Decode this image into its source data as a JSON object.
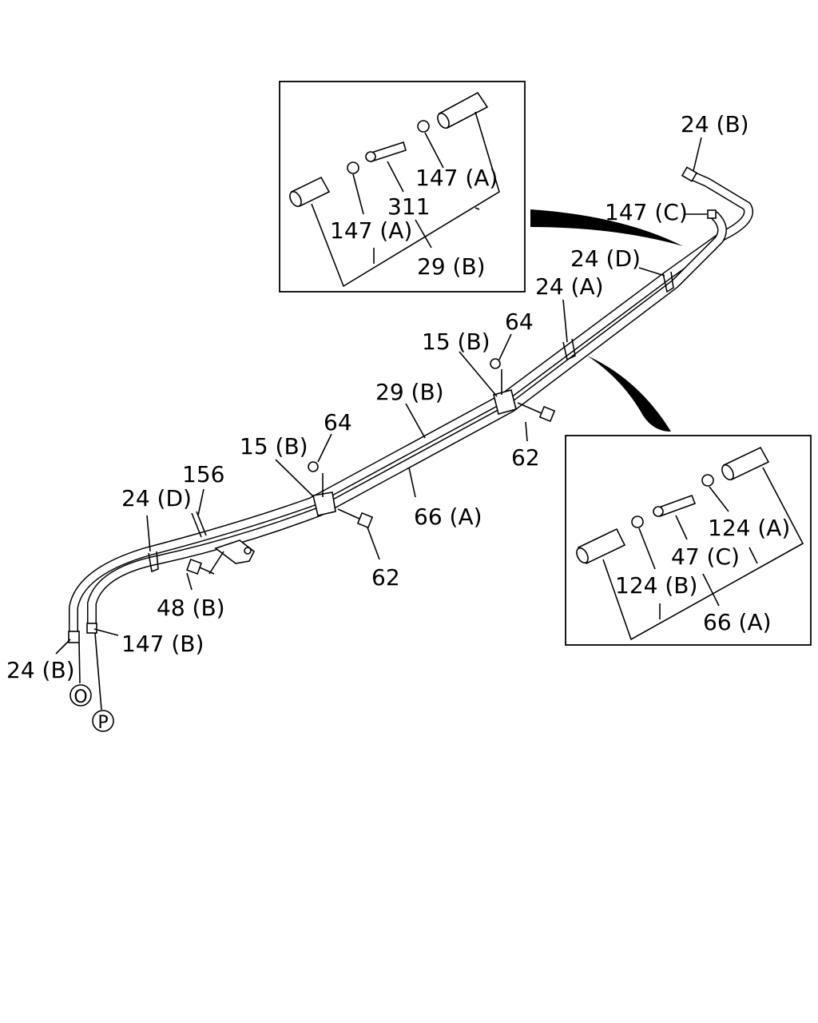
{
  "colors": {
    "line": "#000000",
    "background": "#ffffff"
  },
  "inset_top": {
    "labels": {
      "l147a_right": "147 (A)",
      "l311": "311",
      "l147a_left": "147 (A)",
      "l29b": "29 (B)"
    }
  },
  "inset_bottom": {
    "labels": {
      "l124a": "124 (A)",
      "l47c": "47 (C)",
      "l124b": "124 (B)",
      "l66a": "66 (A)"
    }
  },
  "main": {
    "labels": {
      "l24b_top": "24 (B)",
      "l147c": "147 (C)",
      "l24d_top": "24 (D)",
      "l24a": "24 (A)",
      "l64_right": "64",
      "l15b_right": "15 (B)",
      "l29b_main": "29 (B)",
      "l62_right": "62",
      "l64_left": "64",
      "l15b_left": "15 (B)",
      "l156": "156",
      "l24d_left": "24 (D)",
      "l66a_main": "66 (A)",
      "l62_left": "62",
      "l48b": "48 (B)",
      "l147b": "147 (B)",
      "l24b_left": "24 (B)",
      "marker_o": "O",
      "marker_p": "P"
    }
  }
}
